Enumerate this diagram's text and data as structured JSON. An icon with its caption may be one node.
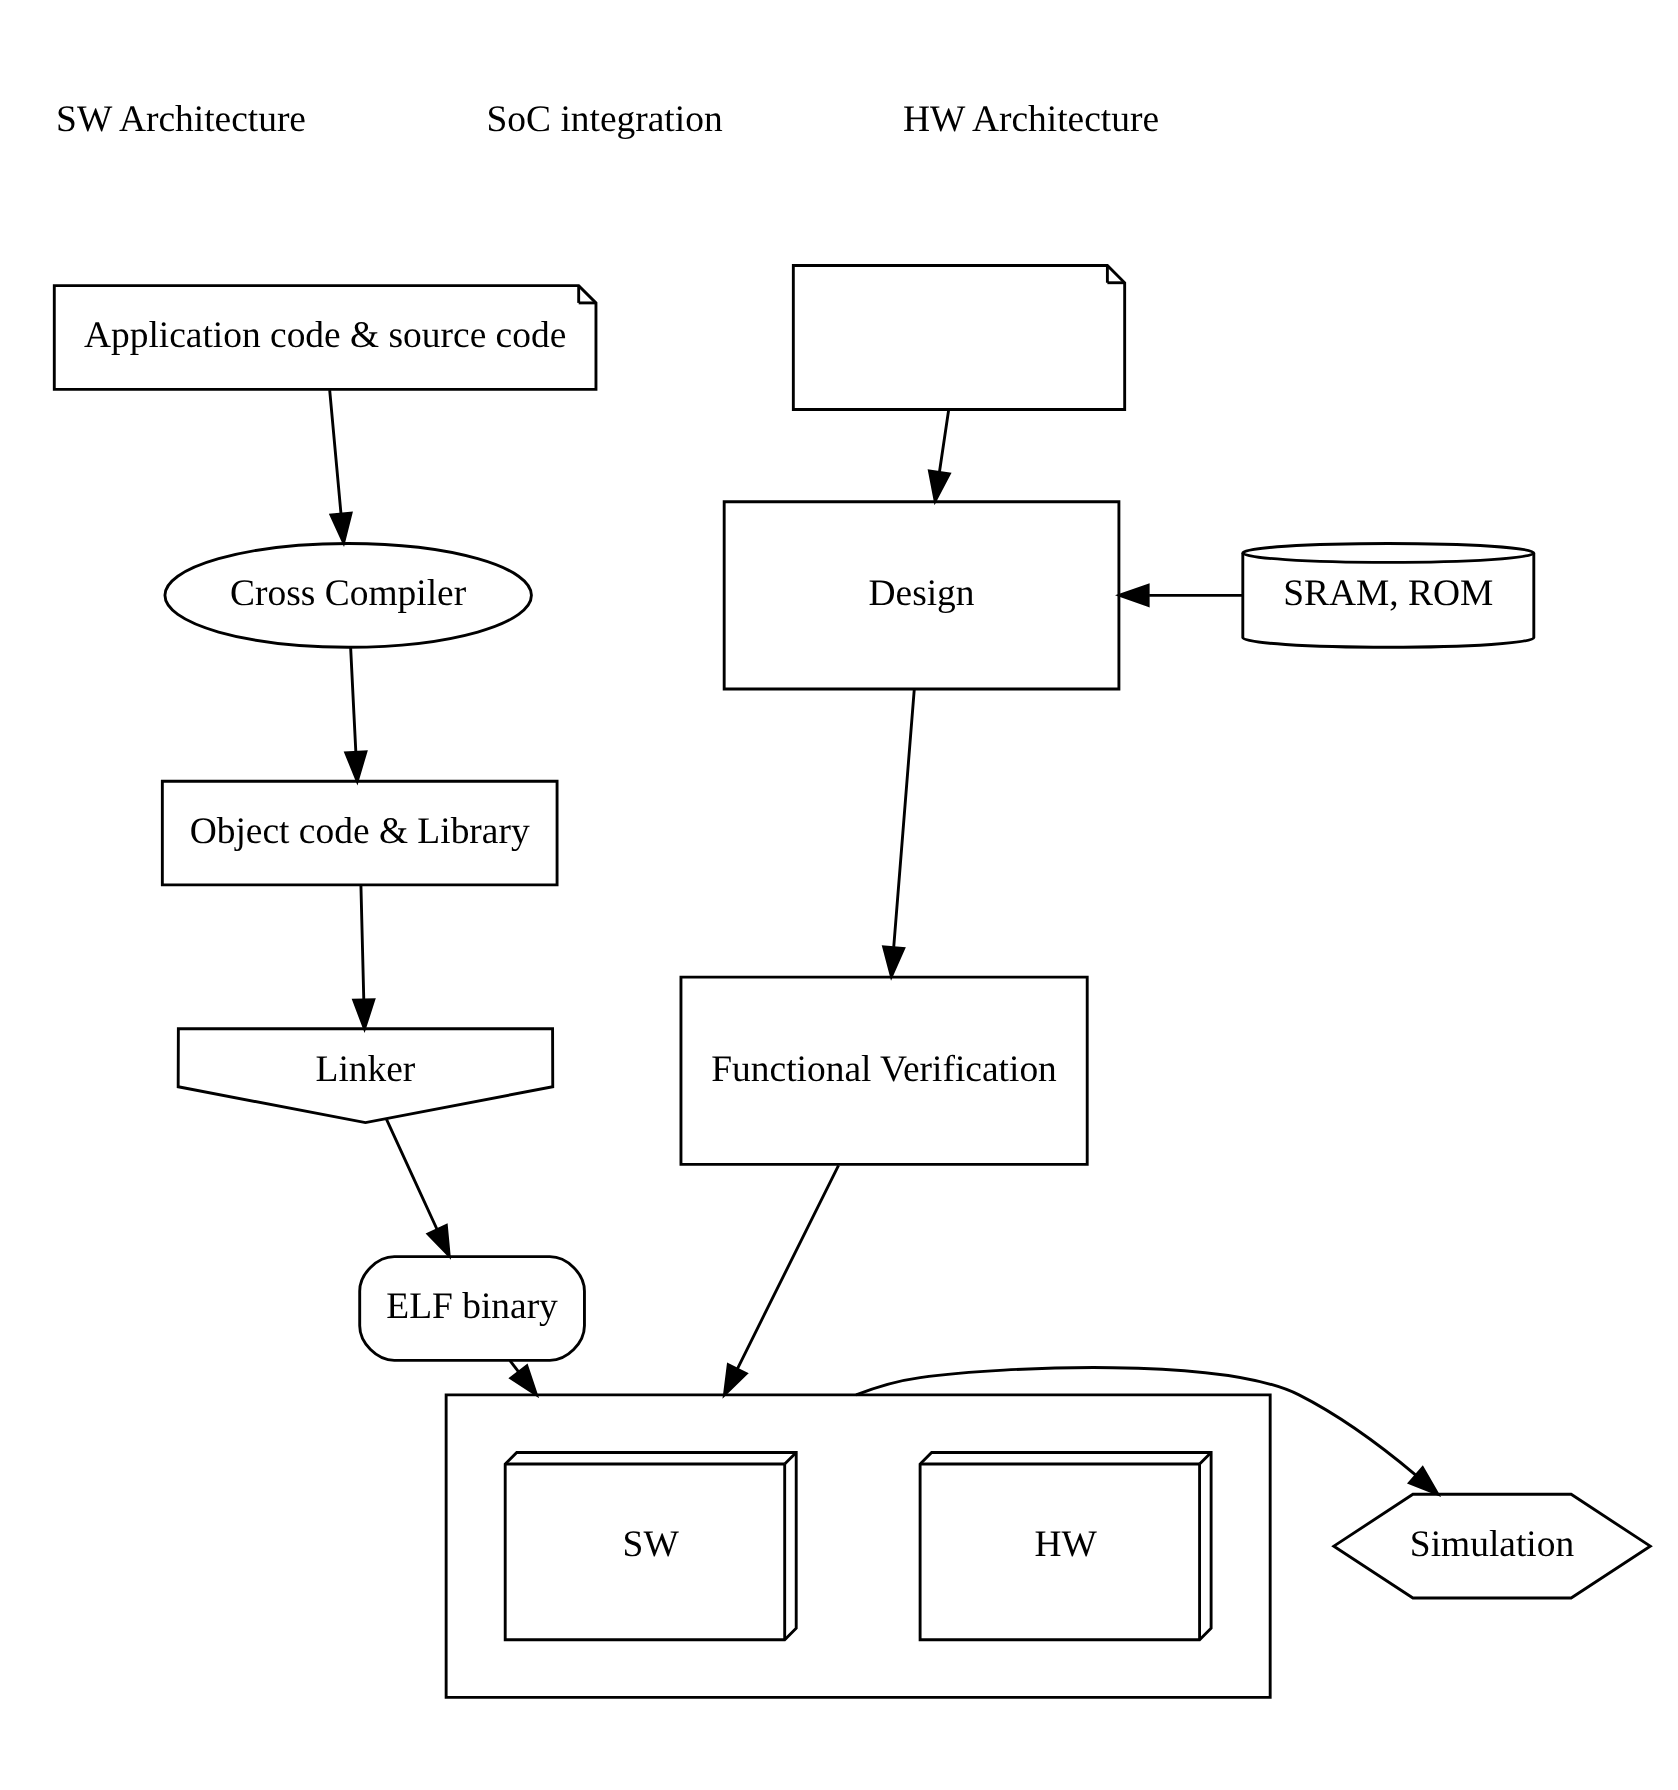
{
  "diagram": {
    "nodes": [
      {
        "text": [
          "Application code & source code"
        ]
      },
      {
        "text": [
          "Cross Compiler"
        ]
      },
      {
        "text": [
          "Object code & Library"
        ]
      },
      {
        "text": [
          "Linker"
        ]
      },
      {
        "text": [
          "ELF binary"
        ]
      },
      {
        "text": [],
        "shape": "document"
      },
      {
        "text": [
          "Design"
        ]
      },
      {
        "text": [
          "SRAM, ROM"
        ]
      },
      {
        "text": [
          "Functional Verification"
        ]
      },
      {
        "text": [],
        "shape": "box"
      },
      {
        "text": [
          "SW"
        ],
        "in": 9
      },
      {
        "text": [
          "HW"
        ],
        "in": 9
      },
      {
        "text": [
          "Simulation"
        ]
      }
    ],
    "edges": [
      {
        "from": 0,
        "to": 1,
        "arrow": "to"
      },
      {
        "from": 1,
        "to": 2,
        "arrow": "to"
      },
      {
        "from": 2,
        "to": 3,
        "arrow": "to"
      },
      {
        "from": 3,
        "to": 4,
        "arrow": "to"
      },
      {
        "from": 4,
        "to": 9,
        "arrow": "to"
      },
      {
        "from": 5,
        "to": 6,
        "arrow": "to"
      },
      {
        "from": 7,
        "to": 6,
        "arrow": "to"
      },
      {
        "from": 6,
        "to": 8,
        "arrow": "to"
      },
      {
        "from": 8,
        "to": 9,
        "arrow": "to"
      },
      {
        "from": 9,
        "to": 12,
        "arrow": "to"
      }
    ],
    "labels": [
      "SoC integration",
      "SW Architecture",
      "HW Architecture"
    ]
  }
}
